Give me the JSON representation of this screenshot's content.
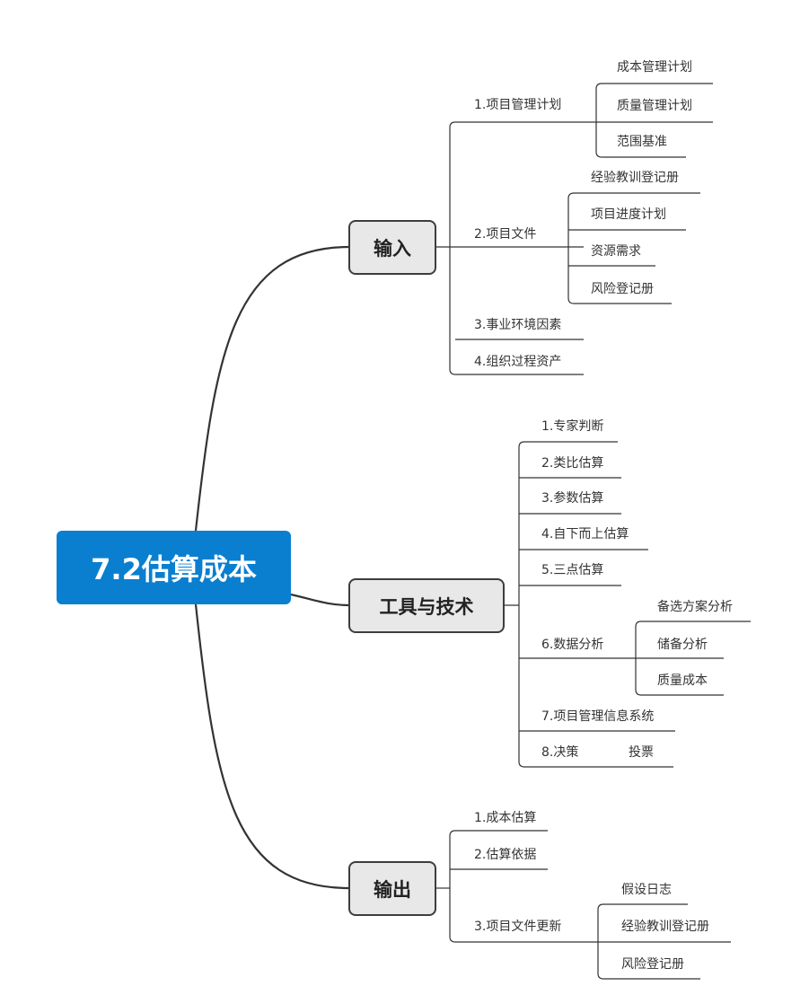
{
  "root": "7.2估算成本",
  "branches": {
    "inputs": {
      "label": "输入",
      "items": {
        "pm_plan": {
          "label": "1.项目管理计划",
          "children": [
            "成本管理计划",
            "质量管理计划",
            "范围基准"
          ]
        },
        "project_docs": {
          "label": "2.项目文件",
          "children": [
            "经验教训登记册",
            "项目进度计划",
            "资源需求",
            "风险登记册"
          ]
        },
        "eef": "3.事业环境因素",
        "opa": "4.组织过程资产"
      }
    },
    "tools": {
      "label": "工具与技术",
      "items": {
        "expert": "1.专家判断",
        "analogous": "2.类比估算",
        "parametric": "3.参数估算",
        "bottom_up": "4.自下而上估算",
        "three_point": "5.三点估算",
        "data_analysis": {
          "label": "6.数据分析",
          "children": [
            "备选方案分析",
            "储备分析",
            "质量成本"
          ]
        },
        "pmis": "7.项目管理信息系统",
        "decision": {
          "label": "8.决策",
          "children": [
            "投票"
          ]
        }
      }
    },
    "outputs": {
      "label": "输出",
      "items": {
        "estimates": "1.成本估算",
        "basis": "2.估算依据",
        "doc_updates": {
          "label": "3.项目文件更新",
          "children": [
            "假设日志",
            "经验教训登记册",
            "风险登记册"
          ]
        }
      }
    }
  }
}
